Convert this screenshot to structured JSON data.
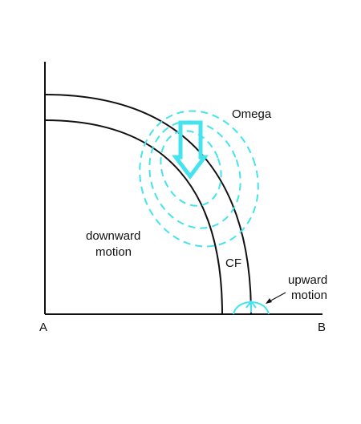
{
  "labels": {
    "corner_a": "A",
    "corner_b": "B",
    "omega": "Omega",
    "downward_motion_line1": "downward",
    "downward_motion_line2": "motion",
    "cf": "CF",
    "upward_motion_line1": "upward",
    "upward_motion_line2": "motion"
  },
  "colors": {
    "line": "#111111",
    "cyan": "#44e3ee",
    "background": "#ffffff"
  }
}
